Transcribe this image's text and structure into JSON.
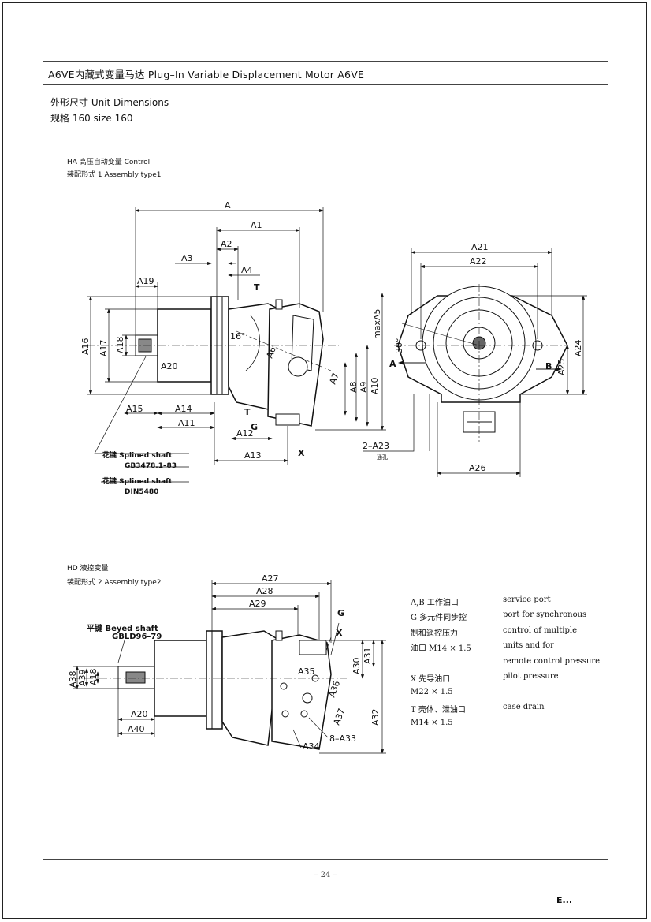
{
  "header": {
    "title": "A6VE内藏式变量马达 Plug–In Variable Displacement Motor A6VE",
    "subtitle_cn_en": "外形尺寸 Unit Dimensions",
    "size_line": "规格 160 size 160"
  },
  "view1": {
    "control_label": "HA 高压自动变量 Control",
    "assembly_label": "装配形式 1 Assembly type1",
    "shaft1_label": "花键 Splined shaft",
    "shaft1_std": "GB3478.1–83",
    "shaft2_label": "花键 Splined shaft",
    "shaft2_std": "DIN5480",
    "dims": {
      "A": "A",
      "A1": "A1",
      "A2": "A2",
      "A3": "A3",
      "A4": "A4",
      "A19": "A19",
      "A16": "A16",
      "A17": "A17",
      "A18": "A18",
      "A20": "A20",
      "A15": "A15",
      "A14": "A14",
      "A11": "A11",
      "A12": "A12",
      "A13": "A13",
      "A6": "A6",
      "A7": "A7",
      "A8": "A8",
      "A9": "A9",
      "A10": "A10",
      "maxA5": "maxA5",
      "angle16": "16°",
      "T": "T",
      "G": "G",
      "X": "X"
    }
  },
  "view2": {
    "dims": {
      "A21": "A21",
      "A22": "A22",
      "A24": "A24",
      "A25": "A25",
      "A26": "A26",
      "A23": "2–A23",
      "A23_note": "通孔",
      "angle30": "30°",
      "A": "A",
      "B": "B"
    }
  },
  "view3": {
    "control_label": "HD 液控变量",
    "assembly_label": "装配形式 2 Assembly type2",
    "shaft_label": "平键 Beyed shaft",
    "shaft_std": "GBLD96–79",
    "dims": {
      "A27": "A27",
      "A28": "A28",
      "A29": "A29",
      "A30": "A30",
      "A31": "A31",
      "A32": "A32",
      "A33": "8–A33",
      "A34": "A34",
      "A35": "A35",
      "A36": "A36",
      "A37": "A37",
      "A38": "A38",
      "A39": "A39",
      "A18": "A18",
      "A20": "A20",
      "A40": "A40",
      "G": "G",
      "X": "X"
    }
  },
  "legend": {
    "rows": [
      {
        "cn": "A,B 工作油口",
        "en": "service port"
      },
      {
        "cn": "G 多元件同步控",
        "en": "port for synchronous"
      },
      {
        "cn": "制和遥控压力",
        "en": "control of multiple"
      },
      {
        "cn": "油口 M14 × 1.5",
        "en": "units and for"
      },
      {
        "cn": "",
        "en": "remote control pressure"
      },
      {
        "cn": "X 先导油口",
        "en": "pilot pressure"
      },
      {
        "cn": "M22 × 1.5",
        "en": ""
      },
      {
        "cn": "T 壳体、泄油口",
        "en": "case drain"
      },
      {
        "cn": "M14 × 1.5",
        "en": ""
      }
    ]
  },
  "footer": {
    "page_number": "– 24 –",
    "mark": "E..."
  }
}
